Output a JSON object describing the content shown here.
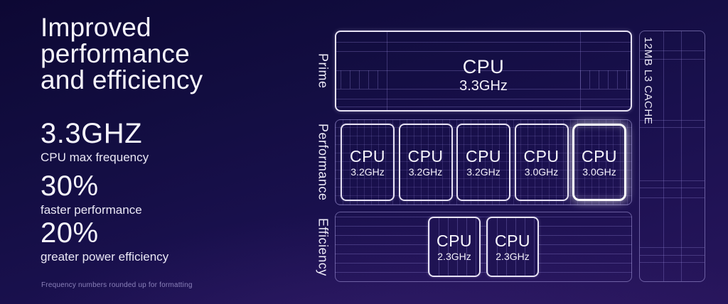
{
  "slide": {
    "heading": {
      "line1": "Improved",
      "line2": "performance",
      "line3": "and efficiency"
    },
    "stats": [
      {
        "value": "3.3GHZ",
        "label": "CPU max frequency"
      },
      {
        "value": "30%",
        "label": "faster performance"
      },
      {
        "value": "20%",
        "label": "greater power efficiency"
      }
    ],
    "footnote": "Frequency numbers rounded up for formatting"
  },
  "diagram": {
    "rows": [
      {
        "label": "Prime",
        "cores": [
          {
            "name": "CPU",
            "freq": "3.3GHz"
          }
        ]
      },
      {
        "label": "Performance",
        "cores": [
          {
            "name": "CPU",
            "freq": "3.2GHz"
          },
          {
            "name": "CPU",
            "freq": "3.2GHz"
          },
          {
            "name": "CPU",
            "freq": "3.2GHz"
          },
          {
            "name": "CPU",
            "freq": "3.0GHz"
          },
          {
            "name": "CPU",
            "freq": "3.0GHz",
            "highlighted": true
          }
        ]
      },
      {
        "label": "Efficiency",
        "cores": [
          {
            "name": "CPU",
            "freq": "2.3GHz"
          },
          {
            "name": "CPU",
            "freq": "2.3GHz"
          }
        ]
      }
    ],
    "cache_label": "12MB L3 CACHE"
  },
  "colors": {
    "background_top": "#0d0834",
    "background_bottom": "#27155b",
    "box_border_bright": "#e7e2f4",
    "box_border_faint": "#a89cde",
    "grid_line": "#9486d8",
    "text_primary": "#f5f3fb",
    "footnote_text": "#8b82ba",
    "highlight_glow": "#ffffff"
  }
}
